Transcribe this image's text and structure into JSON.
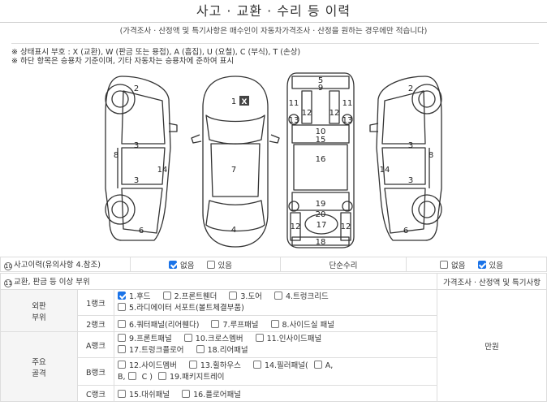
{
  "header": {
    "title": "사고 · 교환 · 수리 등 이력",
    "subtitle": "(가격조사 · 산정액 및 특기사항은 매수인이 자동차가격조사 · 산정을 원하는 경우에만 적습니다)"
  },
  "legend": {
    "line1": "※ 상태표시 부호 : X (교환), W (판금 또는 용접), A (흠집), U (요철), C (부식), T (손상)",
    "line2": "※ 하단 항목은 승용차 기준이며, 기타 자동차는 승용차에 준하여 표시"
  },
  "diagram": {
    "hood_label": "1",
    "hood_mark": "X",
    "labels": {
      "l2": "2",
      "l3a": "3",
      "l3b": "3",
      "l8": "8",
      "l14": "14",
      "l6": "6",
      "top7": "7",
      "top4": "4",
      "u5": "5",
      "u9": "9",
      "u11a": "11",
      "u11b": "11",
      "u12a": "12",
      "u12b": "12",
      "u13a": "13",
      "u13b": "13",
      "u10": "10",
      "u15": "15",
      "u16": "16",
      "u19": "19",
      "u20": "20",
      "u12c": "12",
      "u12d": "12",
      "u17": "17",
      "u18": "18",
      "r2": "2",
      "r3a": "3",
      "r3b": "3",
      "r8": "8",
      "r14": "14",
      "r6": "6"
    }
  },
  "accident": {
    "circle": "⑩",
    "label": "사고이력(유의사항 4.참조)",
    "none": "없음",
    "none_checked": true,
    "exists": "있음",
    "exists_checked": false,
    "simple_repair_label": "단순수리",
    "sr_none": "없음",
    "sr_none_checked": false,
    "sr_exists": "있음",
    "sr_exists_checked": true
  },
  "exchange": {
    "circle": "⑪",
    "label": "교환, 판금 등 이상 부위",
    "right_label": "가격조사 · 산정액 및 특기사항"
  },
  "groups": {
    "outer": "외판\n부위",
    "main": "주요\n골격",
    "price_cell": "만원"
  },
  "ranks": {
    "r1": "1랭크",
    "r2": "2랭크",
    "ra": "A랭크",
    "rb": "B랭크",
    "rc": "C랭크"
  },
  "items": {
    "i1": "1.후드",
    "i1_checked": true,
    "i2": "2.프론트휀더",
    "i3": "3.도어",
    "i4": "4.트렁크리드",
    "i5": "5.라디에이터 서포트(볼트체결부품)",
    "i6": "6.쿼터패널(리어휀다)",
    "i7": "7.루프패널",
    "i8": "8.사이드실 패널",
    "i9": "9.프론트패널",
    "i10": "10.크로스멤버",
    "i11": "11.인사이드패널",
    "i17": "17.트렁크플로어",
    "i18": "18.리어패널",
    "i12": "12.사이드멤버",
    "i13": "13.휠하우스",
    "i14": "14.필러패널(",
    "i14a": "A,",
    "i14b": "B,",
    "i14c": "C )",
    "i19": "19.패키지트레이",
    "i15": "15.대쉬패널",
    "i16": "16.플로어패널"
  }
}
